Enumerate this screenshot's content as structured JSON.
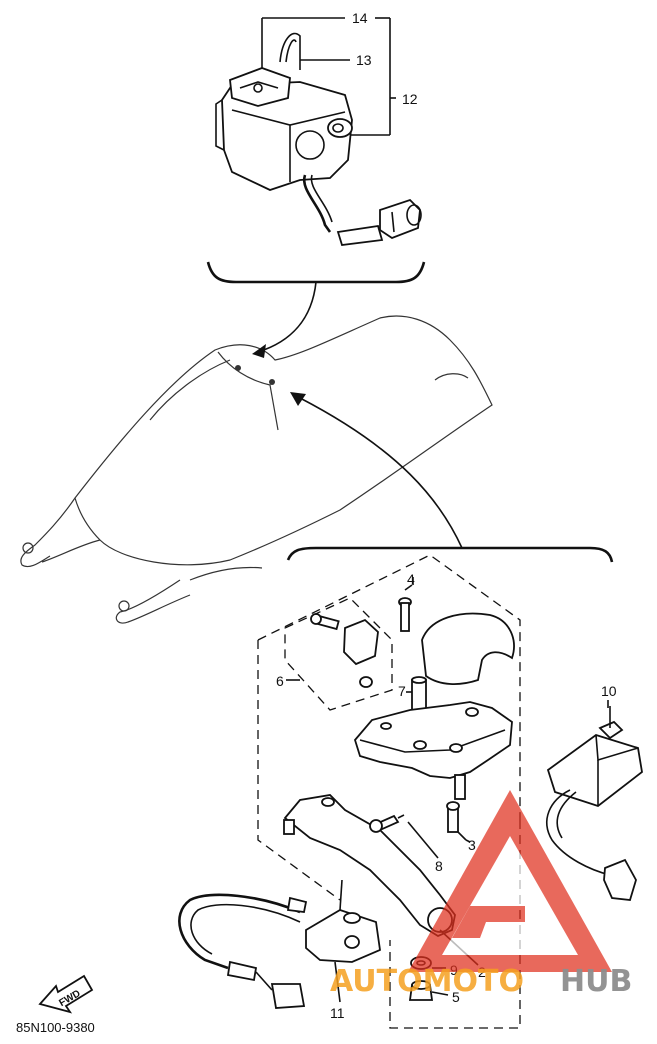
{
  "diagram": {
    "callouts": [
      "14",
      "13",
      "12",
      "4",
      "6",
      "7",
      "10",
      "3",
      "8",
      "9",
      "2",
      "5",
      "11"
    ],
    "fwd_label": "FWD",
    "diagram_code": "85N100-9380"
  },
  "watermark": {
    "text_orange": "AUTOMOTO",
    "text_grey": "HUB",
    "color_orange": "#f5a020",
    "color_red": "#e0301e",
    "color_grey": "#8e8e8e"
  }
}
